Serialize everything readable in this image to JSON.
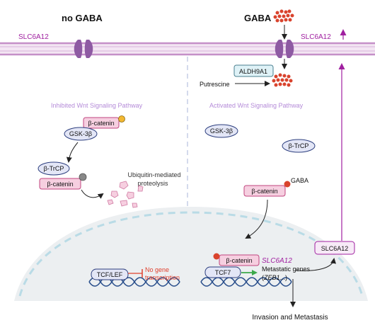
{
  "left_panel": {
    "header": "no GABA",
    "transporter_label": "SLC6A12",
    "pathway_title": "Inhibited Wnt Signaling Pathway",
    "beta_catenin_top": "β-catenin",
    "gsk3b": "GSK-3β",
    "btrcp": "β-TrCP",
    "beta_catenin_bound": "β-catenin",
    "proteolysis_line1": "Ubiquitin-mediated",
    "proteolysis_line2": "proteolysis",
    "tcf_lef": "TCF/LEF",
    "no_gene_line1": "No gene",
    "no_gene_line2": "transcription"
  },
  "right_panel": {
    "header": "GABA",
    "transporter_label": "SLC6A12",
    "aldh": "ALDH9A1",
    "putrescine": "Putrescine",
    "pathway_title": "Activated Wnt Signaling Pathway",
    "gsk3b": "GSK-3β",
    "btrcp": "β-TrCP",
    "gaba_label": "GABA",
    "beta_catenin_free": "β-catenin",
    "beta_catenin_nuclear": "β-catenin",
    "tcf7": "TCF7",
    "slc_gene": "SLC6A12",
    "metastatic_line1": "Metastatic genes",
    "metastatic_line2_prefix": "(",
    "metastatic_line2_gene": "ZEB1",
    "metastatic_line2_suffix": "...)",
    "slc_box": "SLC6A12",
    "outcome": "Invasion and Metastasis"
  },
  "colors": {
    "membrane": "#c590c8",
    "transporter": "#8e5aa3",
    "purple_text": "#a020a0",
    "pathway_title": "#b48ad8",
    "pink_box_fill": "#f6cfe0",
    "pink_box_stroke": "#c1467f",
    "blue_oval_fill": "#e3e6f6",
    "blue_oval_stroke": "#2c3e7e",
    "gaba_dot": "#d9432d",
    "nucleus_fill": "#eceff1",
    "nucleus_border": "#b9dbe6",
    "dna": "#2a4f8c",
    "red_text": "#e0402e",
    "green_arrow": "#3caa4a"
  }
}
